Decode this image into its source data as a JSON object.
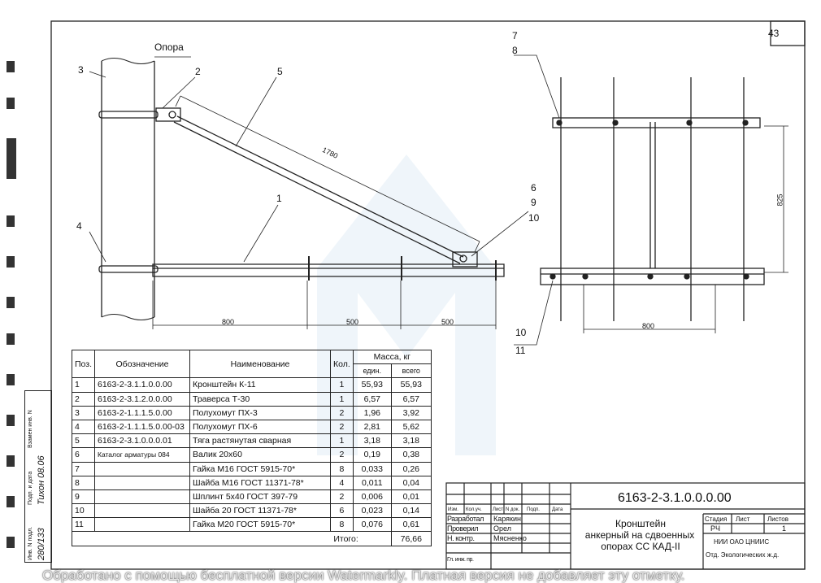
{
  "sheet_number": "43",
  "left_view": {
    "labels": {
      "pole": "Опора",
      "p3": "3",
      "p2": "2",
      "p5": "5",
      "p1": "1",
      "p4": "4",
      "p6": "6",
      "p9": "9",
      "p10": "10"
    },
    "dims": {
      "brace": "1780",
      "d1": "800",
      "d2": "500",
      "d3": "500"
    }
  },
  "right_view": {
    "labels": {
      "p7": "7",
      "p8": "8",
      "p10": "10",
      "p11": "11"
    },
    "dims": {
      "height": "825",
      "width": "800"
    }
  },
  "spec_table": {
    "headers": {
      "pos": "Поз.",
      "designation": "Обозначение",
      "name": "Наименование",
      "qty": "Кол.",
      "mass": "Масса, кг",
      "unit": "един.",
      "total": "всего"
    },
    "rows": [
      {
        "pos": "1",
        "designation": "6163-2-3.1.1.0.0.00",
        "name": "Кронштейн К-11",
        "qty": "1",
        "unit": "55,93",
        "total": "55,93"
      },
      {
        "pos": "2",
        "designation": "6163-2-3.1.2.0.0.00",
        "name": "Траверса Т-30",
        "qty": "1",
        "unit": "6,57",
        "total": "6,57"
      },
      {
        "pos": "3",
        "designation": "6163-2-1.1.1.5.0.00",
        "name": "Полухомут ПХ-3",
        "qty": "2",
        "unit": "1,96",
        "total": "3,92"
      },
      {
        "pos": "4",
        "designation": "6163-2-1.1.1.5.0.00-03",
        "name": "Полухомут ПХ-6",
        "qty": "2",
        "unit": "2,81",
        "total": "5,62"
      },
      {
        "pos": "5",
        "designation": "6163-2-3.1.0.0.0.01",
        "name": "Тяга растянутая сварная",
        "qty": "1",
        "unit": "3,18",
        "total": "3,18"
      },
      {
        "pos": "6",
        "designation": "Каталог арматуры 084",
        "name": "Валик 20х60",
        "qty": "2",
        "unit": "0,19",
        "total": "0,38"
      },
      {
        "pos": "7",
        "designation": "",
        "name": "Гайка М16 ГОСТ 5915-70*",
        "qty": "8",
        "unit": "0,033",
        "total": "0,26"
      },
      {
        "pos": "8",
        "designation": "",
        "name": "Шайба М16 ГОСТ 11371-78*",
        "qty": "4",
        "unit": "0,011",
        "total": "0,04"
      },
      {
        "pos": "9",
        "designation": "",
        "name": "Шплинт 5х40 ГОСТ 397-79",
        "qty": "2",
        "unit": "0,006",
        "total": "0,01"
      },
      {
        "pos": "10",
        "designation": "",
        "name": "Шайба 20 ГОСТ 11371-78*",
        "qty": "6",
        "unit": "0,023",
        "total": "0,14"
      },
      {
        "pos": "11",
        "designation": "",
        "name": "Гайка М20 ГОСТ 5915-70*",
        "qty": "8",
        "unit": "0,076",
        "total": "0,61"
      }
    ],
    "total_label": "Итого:",
    "total_value": "76,66"
  },
  "title_block": {
    "code": "6163-2-3.1.0.0.0.00",
    "title_line1": "Кронштейн",
    "title_line2": "анкерный на сдвоенных",
    "title_line3": "опорах СС КАД-II",
    "col_headers": {
      "izm": "Изм.",
      "kol": "Кол.уч.",
      "list": "Лист",
      "ndoc": "N док.",
      "sign": "Подп.",
      "date": "Дата"
    },
    "roles": [
      {
        "role": "Разработал",
        "name": "Карякин"
      },
      {
        "role": "Проверил",
        "name": "Орел"
      },
      {
        "role": "Н. контр.",
        "name": "Мясненко"
      },
      {
        "role": "Гл. инж. пр.",
        "name": ""
      }
    ],
    "stage_label": "Стадия",
    "sheet_label": "Лист",
    "sheets_label": "Листов",
    "stage": "РЧ",
    "sheet": "",
    "sheets": "1",
    "org": "НИИ ОАО ЦНИИС",
    "dept": "Отд. Экологических ж.д."
  },
  "side_stamp": {
    "inv_orig": "Инв. N подл.",
    "sign_date": "Подп. и дата",
    "replace_inv": "Взамен инв. N",
    "inv_value": "280/133",
    "sign_value": "Тихон 08.06"
  },
  "watermark": "Обработано с помощью бесплатной версии Watermarkly. Платная версия не добавляет эту отметку."
}
